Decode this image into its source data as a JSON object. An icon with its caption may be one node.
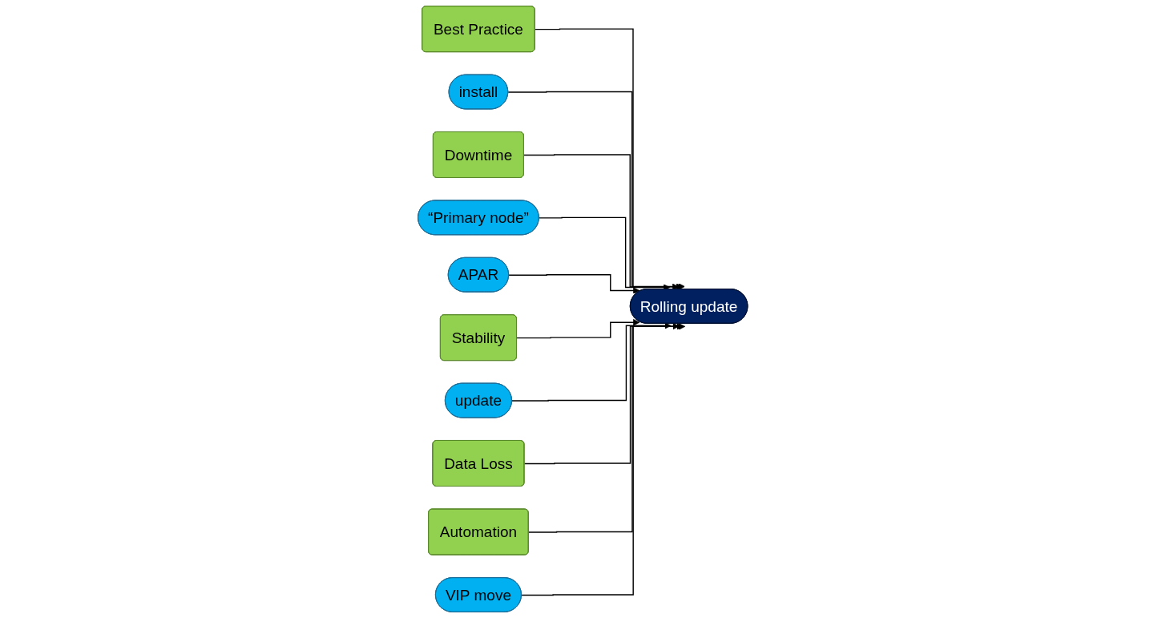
{
  "diagram": {
    "nodes": [
      {
        "text": [
          "Best Practice"
        ]
      },
      {
        "text": [
          "install"
        ]
      },
      {
        "text": [
          "Downtime"
        ]
      },
      {
        "text": [
          "“Primary node”"
        ]
      },
      {
        "text": [
          "APAR"
        ]
      },
      {
        "text": [
          "Stability"
        ]
      },
      {
        "text": [
          "Rolling update"
        ]
      },
      {
        "text": [
          "update"
        ]
      },
      {
        "text": [
          "Data Loss"
        ]
      },
      {
        "text": [
          "Automation"
        ]
      },
      {
        "text": [
          "VIP move"
        ]
      }
    ],
    "edges": [
      {
        "from": 0,
        "to": 6,
        "arrow": "to"
      },
      {
        "from": 1,
        "to": 6,
        "arrow": "to"
      },
      {
        "from": 2,
        "to": 6,
        "arrow": "to"
      },
      {
        "from": 3,
        "to": 6,
        "arrow": "to"
      },
      {
        "from": 4,
        "to": 6,
        "arrow": "to"
      },
      {
        "from": 5,
        "to": 6,
        "arrow": "to"
      },
      {
        "from": 7,
        "to": 6,
        "arrow": "to"
      },
      {
        "from": 8,
        "to": 6,
        "arrow": "to"
      },
      {
        "from": 9,
        "to": 6,
        "arrow": "to"
      },
      {
        "from": 10,
        "to": 6,
        "arrow": "to"
      }
    ]
  }
}
